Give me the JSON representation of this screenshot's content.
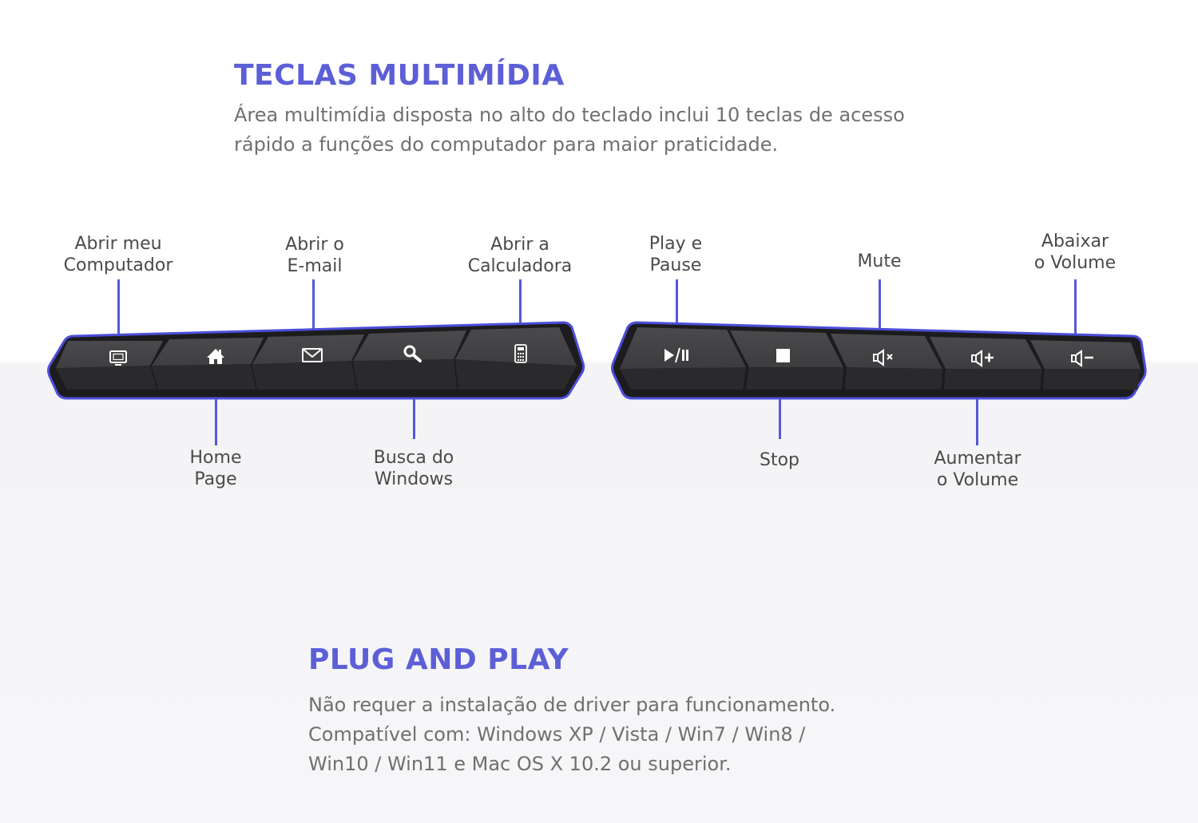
{
  "section1": {
    "title": "TECLAS MULTIMÍDIA",
    "lines": [
      "Área multimídia disposta no alto do teclado inclui 10 teclas de acesso",
      "rápido a funções do computador para maior praticidade."
    ]
  },
  "callouts": {
    "my_computer": [
      "Abrir meu",
      "Computador"
    ],
    "home": [
      "Home",
      "Page"
    ],
    "email": [
      "Abrir o",
      "E-mail"
    ],
    "search": [
      "Busca do",
      "Windows"
    ],
    "calculator": [
      "Abrir a",
      "Calculadora"
    ],
    "play_pause": [
      "Play e",
      "Pause"
    ],
    "stop": [
      "Stop"
    ],
    "mute": [
      "Mute"
    ],
    "vol_up": [
      "Aumentar",
      "o Volume"
    ],
    "vol_down": [
      "Abaixar",
      "o Volume"
    ]
  },
  "keys": {
    "left": [
      {
        "name": "monitor-icon"
      },
      {
        "name": "home-icon"
      },
      {
        "name": "envelope-icon"
      },
      {
        "name": "magnifier-icon"
      },
      {
        "name": "calculator-icon"
      }
    ],
    "right": [
      {
        "name": "play-pause-icon"
      },
      {
        "name": "stop-icon"
      },
      {
        "name": "speaker-mute-icon"
      },
      {
        "name": "speaker-plus-icon"
      },
      {
        "name": "speaker-minus-icon"
      }
    ]
  },
  "section2": {
    "title": "PLUG AND PLAY",
    "lines": [
      "Não requer a instalação de driver para funcionamento.",
      "Compatível com: Windows XP / Vista / Win7 / Win8 /",
      "Win10 / Win11 e Mac OS X 10.2 ou superior."
    ]
  },
  "colors": {
    "accent": "#5c5fd6",
    "outline": "#4b4fd8",
    "key": "#3c3c3e",
    "text": "#707070"
  }
}
